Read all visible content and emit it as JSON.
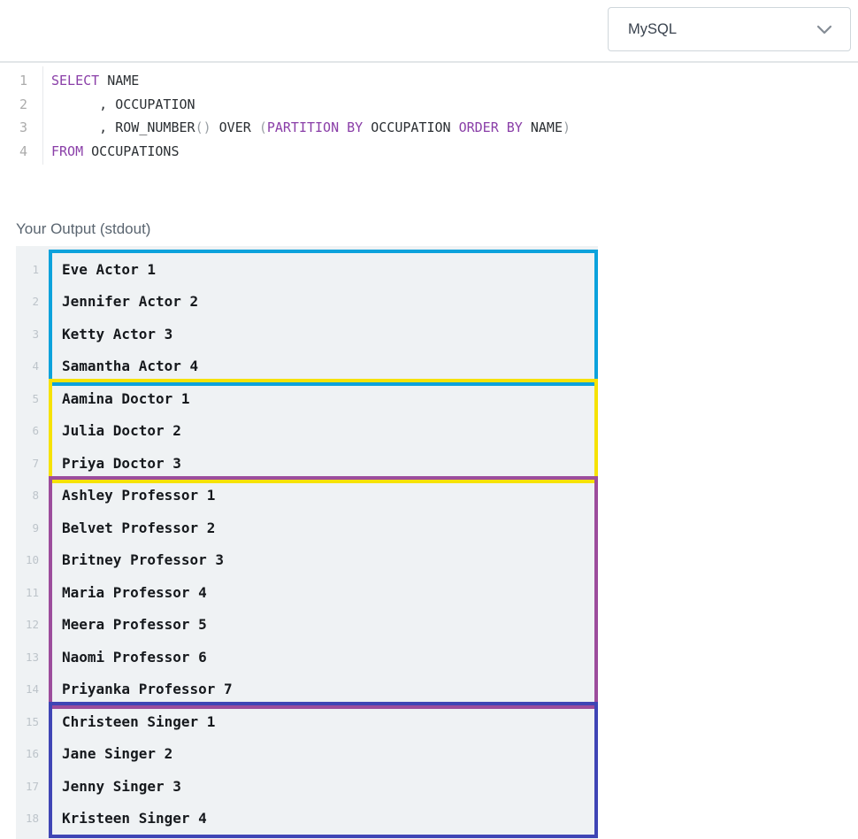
{
  "header": {
    "language_selector": {
      "value": "MySQL"
    }
  },
  "editor": {
    "lines": [
      {
        "number": "1",
        "tokens": [
          {
            "type": "keyword",
            "text": "SELECT"
          },
          {
            "type": "plain",
            "text": " NAME"
          }
        ]
      },
      {
        "number": "2",
        "tokens": [
          {
            "type": "plain",
            "text": "      , OCCUPATION"
          }
        ]
      },
      {
        "number": "3",
        "tokens": [
          {
            "type": "plain",
            "text": "      , ROW_NUMBER"
          },
          {
            "type": "punct",
            "text": "()"
          },
          {
            "type": "plain",
            "text": " OVER "
          },
          {
            "type": "punct",
            "text": "("
          },
          {
            "type": "keyword",
            "text": "PARTITION BY"
          },
          {
            "type": "plain",
            "text": " OCCUPATION "
          },
          {
            "type": "keyword",
            "text": "ORDER BY"
          },
          {
            "type": "plain",
            "text": " NAME"
          },
          {
            "type": "punct",
            "text": ")"
          }
        ]
      },
      {
        "number": "4",
        "tokens": [
          {
            "type": "keyword",
            "text": "FROM"
          },
          {
            "type": "plain",
            "text": " OCCUPATIONS"
          }
        ]
      }
    ]
  },
  "output": {
    "label": "Your Output (stdout)",
    "groups": [
      {
        "name": "actor",
        "box_color": "#0ca2dc",
        "rows": [
          {
            "num": "1",
            "text": "Eve Actor 1"
          },
          {
            "num": "2",
            "text": "Jennifer Actor 2"
          },
          {
            "num": "3",
            "text": "Ketty Actor 3"
          },
          {
            "num": "4",
            "text": "Samantha Actor 4"
          }
        ]
      },
      {
        "name": "doctor",
        "box_color": "#f6e203",
        "rows": [
          {
            "num": "5",
            "text": "Aamina Doctor 1"
          },
          {
            "num": "6",
            "text": "Julia Doctor 2"
          },
          {
            "num": "7",
            "text": "Priya Doctor 3"
          }
        ]
      },
      {
        "name": "professor",
        "box_color": "#9c4d9c",
        "rows": [
          {
            "num": "8",
            "text": "Ashley Professor 1"
          },
          {
            "num": "9",
            "text": "Belvet Professor 2"
          },
          {
            "num": "10",
            "text": "Britney Professor 3"
          },
          {
            "num": "11",
            "text": "Maria Professor 4"
          },
          {
            "num": "12",
            "text": "Meera Professor 5"
          },
          {
            "num": "13",
            "text": "Naomi Professor 6"
          },
          {
            "num": "14",
            "text": "Priyanka Professor 7"
          }
        ]
      },
      {
        "name": "singer",
        "box_color": "#3f45b5",
        "rows": [
          {
            "num": "15",
            "text": "Christeen Singer 1"
          },
          {
            "num": "16",
            "text": "Jane Singer 2"
          },
          {
            "num": "17",
            "text": "Jenny Singer 3"
          },
          {
            "num": "18",
            "text": "Kristeen Singer 4"
          }
        ]
      }
    ]
  },
  "colors": {
    "keyword": "#8a3fa8",
    "plain_code": "#2b2f33",
    "punctuation": "#9aa0a5",
    "console_background": "#eff2f4",
    "console_text": "#16191d",
    "box_blue": "#0ca2dc",
    "box_yellow": "#f6e203",
    "box_purple": "#9c4d9c",
    "box_indigo": "#3f45b5"
  }
}
